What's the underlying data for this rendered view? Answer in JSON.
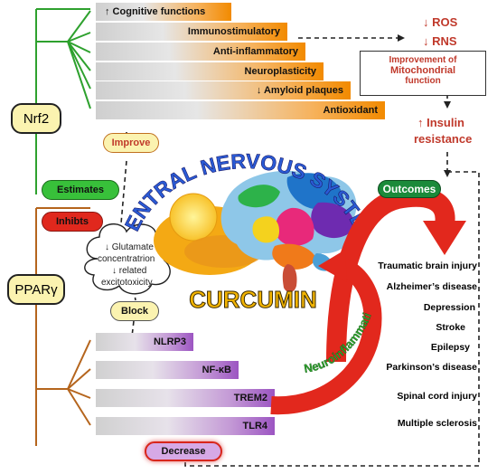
{
  "receptors": {
    "nrf2": "Nrf2",
    "ppar": "PPARγ"
  },
  "actions": {
    "estimates": "Estimates",
    "inhibits": "Inhibts",
    "improve": "Improve",
    "block": "Block",
    "decrease": "Decrease"
  },
  "nrf2_effects": [
    "↑ Cognitive functions",
    "Immunostimulatory",
    "Anti-inflammatory",
    "Neuroplasticity",
    "↓ Amyloid plaques",
    "Antioxidant"
  ],
  "ppar_targets": [
    "NLRP3",
    "NF-κB",
    "TREM2",
    "TLR4"
  ],
  "right_top": {
    "ros": "↓ ROS",
    "rns": "↓ RNS",
    "mito_line1": "Improvement of",
    "mito_line2": "Mitochondrial",
    "mito_line3": "function",
    "insulin_line1": "↑ Insulin",
    "insulin_line2": "resistance"
  },
  "glutamate": {
    "line1": "↓ Glutamate",
    "line2": "concentratrion",
    "line3": "↓ related",
    "line4": "excitotoxicity"
  },
  "center": {
    "arc_title": "CENTRAL NERVOUS SYSTEM",
    "curcumin": "CURCUMIN",
    "outcomes": "Outcomes",
    "neuroinflammation": "Neuroinflammation"
  },
  "diseases": [
    "Traumatic brain injury",
    "Alzheimer’s disease",
    "Depression",
    "Stroke",
    "Epilepsy",
    "Parkinson’s disease",
    "Spinal cord injury",
    "Multiple sclerosis"
  ],
  "colors": {
    "green": "#2ea12e",
    "brown": "#b5651d",
    "orange": "#f28a00",
    "purple": "#9c55c2",
    "red": "#d8261c",
    "dark_red": "#c0392b"
  }
}
